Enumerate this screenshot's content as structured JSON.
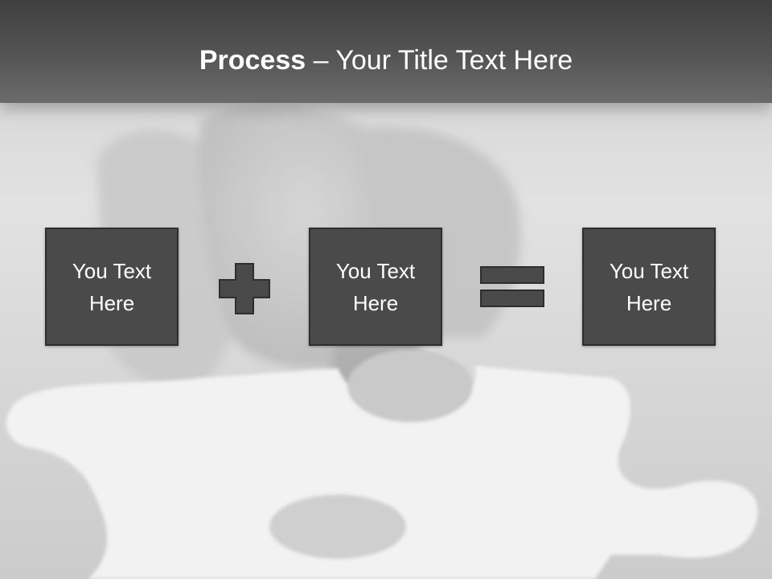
{
  "slide": {
    "title_strong": "Process",
    "title_rest": " – Your Title Text Here"
  },
  "process": {
    "box1_text": "You Text Here",
    "box2_text": "You Text Here",
    "box3_text": "You Text Here",
    "operator1": "plus-icon",
    "operator2": "equals-icon"
  },
  "colors": {
    "title_bar": "#555555",
    "box_fill": "#4a4a4a",
    "box_border": "#2e2e2e",
    "text": "#ffffff"
  }
}
